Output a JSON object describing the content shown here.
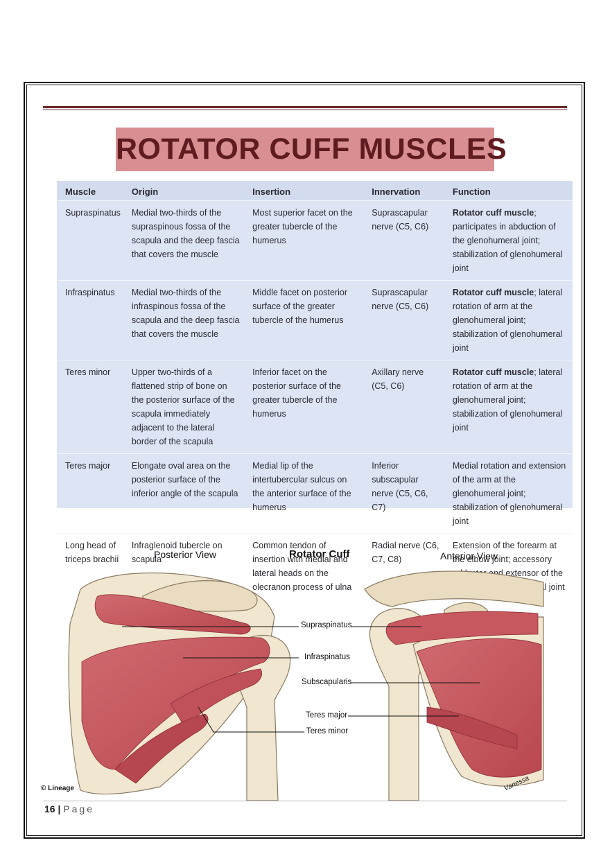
{
  "title": "ROTATOR CUFF MUSCLES",
  "table": {
    "headers": [
      "Muscle",
      "Origin",
      "Insertion",
      "Innervation",
      "Function"
    ],
    "rows": [
      {
        "muscle": "Supraspinatus",
        "origin": "Medial two-thirds of the supraspinous fossa of the scapula and the deep fascia that covers the muscle",
        "insertion": "Most superior facet on the greater tubercle of the humerus",
        "innervation": "Suprascapular nerve (C5, C6)",
        "function_bold": "Rotator cuff muscle",
        "function_rest": "; participates in abduction of the glenohumeral joint; stabilization of glenohumeral joint"
      },
      {
        "muscle": "Infraspinatus",
        "origin": "Medial two-thirds of the infraspinous fossa of the scapula and the deep fascia that covers the muscle",
        "insertion": "Middle facet on posterior surface of the greater tubercle of the humerus",
        "innervation": "Suprascapular nerve (C5, C6)",
        "function_bold": "Rotator cuff muscle",
        "function_rest": "; lateral rotation of arm at the glenohumeral joint; stabilization of glenohumeral joint"
      },
      {
        "muscle": "Teres minor",
        "origin": "Upper two-thirds of a flattened strip of bone on the posterior surface of the scapula immediately adjacent to the lateral border of the scapula",
        "insertion": "Inferior facet on the posterior surface of the greater tubercle of the humerus",
        "innervation": "Axillary nerve (C5, C6)",
        "function_bold": "Rotator cuff muscle",
        "function_rest": "; lateral rotation of arm at the glenohumeral joint; stabilization of glenohumeral joint"
      },
      {
        "muscle": "Teres major",
        "origin": "Elongate oval area on the posterior surface of the inferior angle of the scapula",
        "insertion": "Medial lip of the intertubercular sulcus on the anterior surface of the humerus",
        "innervation": "Inferior subscapular nerve (C5, C6, C7)",
        "function_bold": "",
        "function_rest": "Medial rotation and extension of the arm at the glenohumeral joint; stabilization of glenohumeral joint"
      },
      {
        "muscle": "Long head of triceps brachii",
        "origin": "Infraglenoid tubercle on scapula",
        "insertion": "Common tendon of insertion with medial and lateral heads on the olecranon process of ulna",
        "innervation": "Radial nerve (C6, C7, C8)",
        "function_bold": "",
        "function_rest": "Extension of the forearm at the elbow joint; accessory adductor and extensor of the arm at the glenohumeral joint"
      }
    ]
  },
  "figure": {
    "title": "Rotator Cuff",
    "left_view": "Posterior View",
    "right_view": "Anterior View",
    "labels": [
      "Supraspinatus",
      "Infraspinatus",
      "Subscapularis",
      "Teres major",
      "Teres minor"
    ],
    "credit": "© Lineage",
    "signature": "Vanessa"
  },
  "footer": {
    "page_number": "16",
    "separator": "|",
    "page_word": "Page"
  },
  "colors": {
    "title_bg": "#d98f92",
    "title_text": "#5e1b20",
    "table_bg": "#dde4f4",
    "muscle": "#c9595f",
    "bone": "#f1e6cf"
  }
}
